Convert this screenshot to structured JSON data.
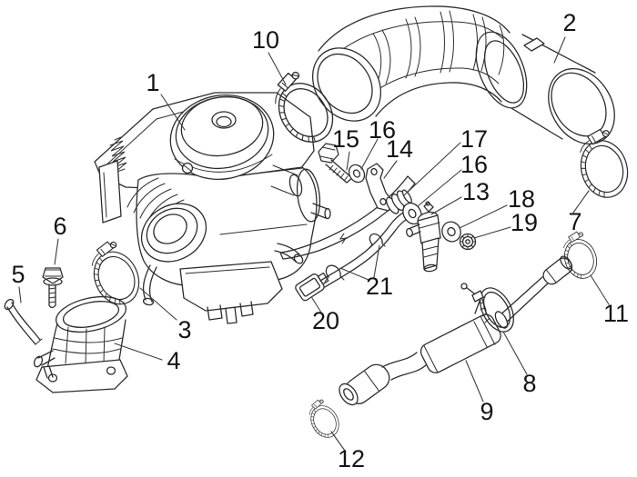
{
  "figure": {
    "type": "exploded-parts-diagram",
    "background_color": "#ffffff",
    "stroke_color": "#2d2d2d",
    "label_color": "#141414",
    "callouts": [
      {
        "label": "1"
      },
      {
        "label": "2"
      },
      {
        "label": "3"
      },
      {
        "label": "4"
      },
      {
        "label": "5"
      },
      {
        "label": "6"
      },
      {
        "label": "7"
      },
      {
        "label": "8"
      },
      {
        "label": "9"
      },
      {
        "label": "10"
      },
      {
        "label": "11"
      },
      {
        "label": "12"
      },
      {
        "label": "13"
      },
      {
        "label": "14"
      },
      {
        "label": "15"
      },
      {
        "label": "16"
      },
      {
        "label": "16"
      },
      {
        "label": "17"
      },
      {
        "label": "18"
      },
      {
        "label": "19"
      },
      {
        "label": "20"
      },
      {
        "label": "21"
      }
    ]
  }
}
